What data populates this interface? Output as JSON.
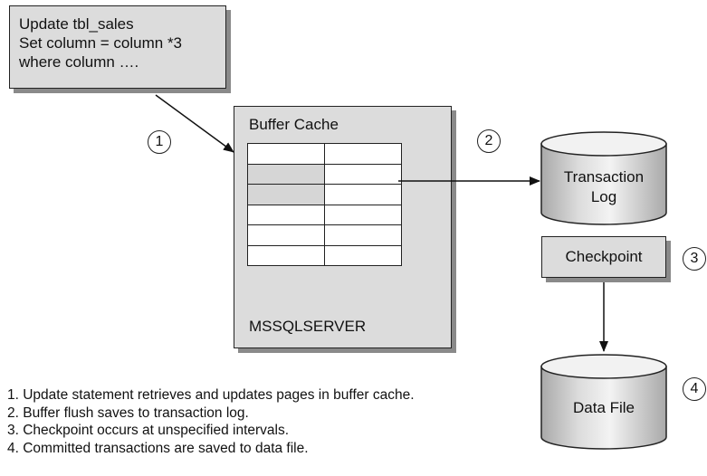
{
  "sql_box": {
    "lines": [
      "Update tbl_sales",
      "Set column = column *3",
      "where column …."
    ]
  },
  "buffer": {
    "title": "Buffer Cache",
    "server": "MSSQLSERVER"
  },
  "transaction_log": {
    "line1": "Transaction",
    "line2": "Log"
  },
  "checkpoint": "Checkpoint",
  "data_file": "Data File",
  "steps": [
    "1",
    "2",
    "3",
    "4"
  ],
  "legend": [
    "1. Update statement retrieves and updates pages in buffer cache.",
    "2. Buffer flush saves to transaction log.",
    "3. Checkpoint occurs at unspecified intervals.",
    "4. Committed transactions are saved to data file."
  ]
}
